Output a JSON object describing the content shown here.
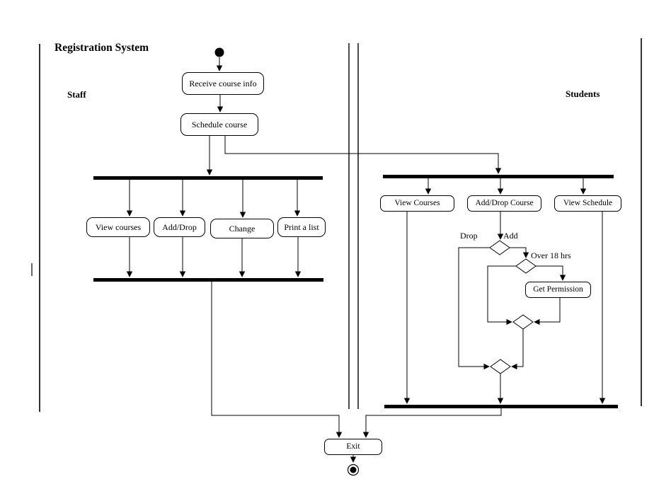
{
  "title": "Registration System",
  "lanes": {
    "staff": "Staff",
    "students": "Students"
  },
  "nodes": {
    "receive_course_info": "Receive course info",
    "schedule_course": "Schedule course",
    "staff_view_courses": "View courses",
    "staff_add_drop": "Add/Drop",
    "staff_change": "Change",
    "staff_print_list": "Print a list",
    "students_view_courses": "View Courses",
    "students_add_drop_course": "Add/Drop Course",
    "students_view_schedule": "View Schedule",
    "get_permission": "Get Permission",
    "exit": "Exit"
  },
  "edge_labels": {
    "drop": "Drop",
    "add": "Add",
    "over_18_hrs": "Over 18 hrs"
  },
  "colors": {
    "ink": "#000000",
    "background": "#ffffff"
  }
}
